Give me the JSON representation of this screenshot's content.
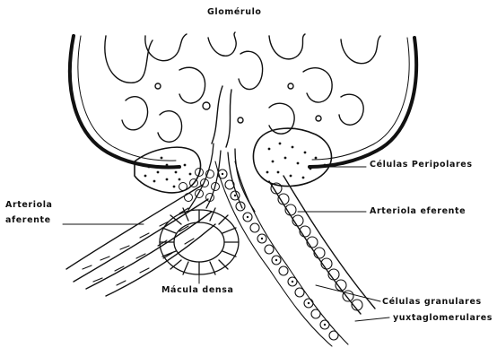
{
  "figure": {
    "title": "Glomérulo",
    "labels": {
      "peripolares": "Células Peripolares",
      "arteriola_aferente_line1": "Arteriola",
      "arteriola_aferente_line2": "aferente",
      "arteriola_eferente": "Arteriola eferente",
      "macula_densa": "Mácula densa",
      "granulares_line1": "Células  granulares",
      "granulares_line2": "yuxtaglomerulares"
    }
  },
  "colors": {
    "ink": "#111111",
    "background": "#ffffff"
  }
}
